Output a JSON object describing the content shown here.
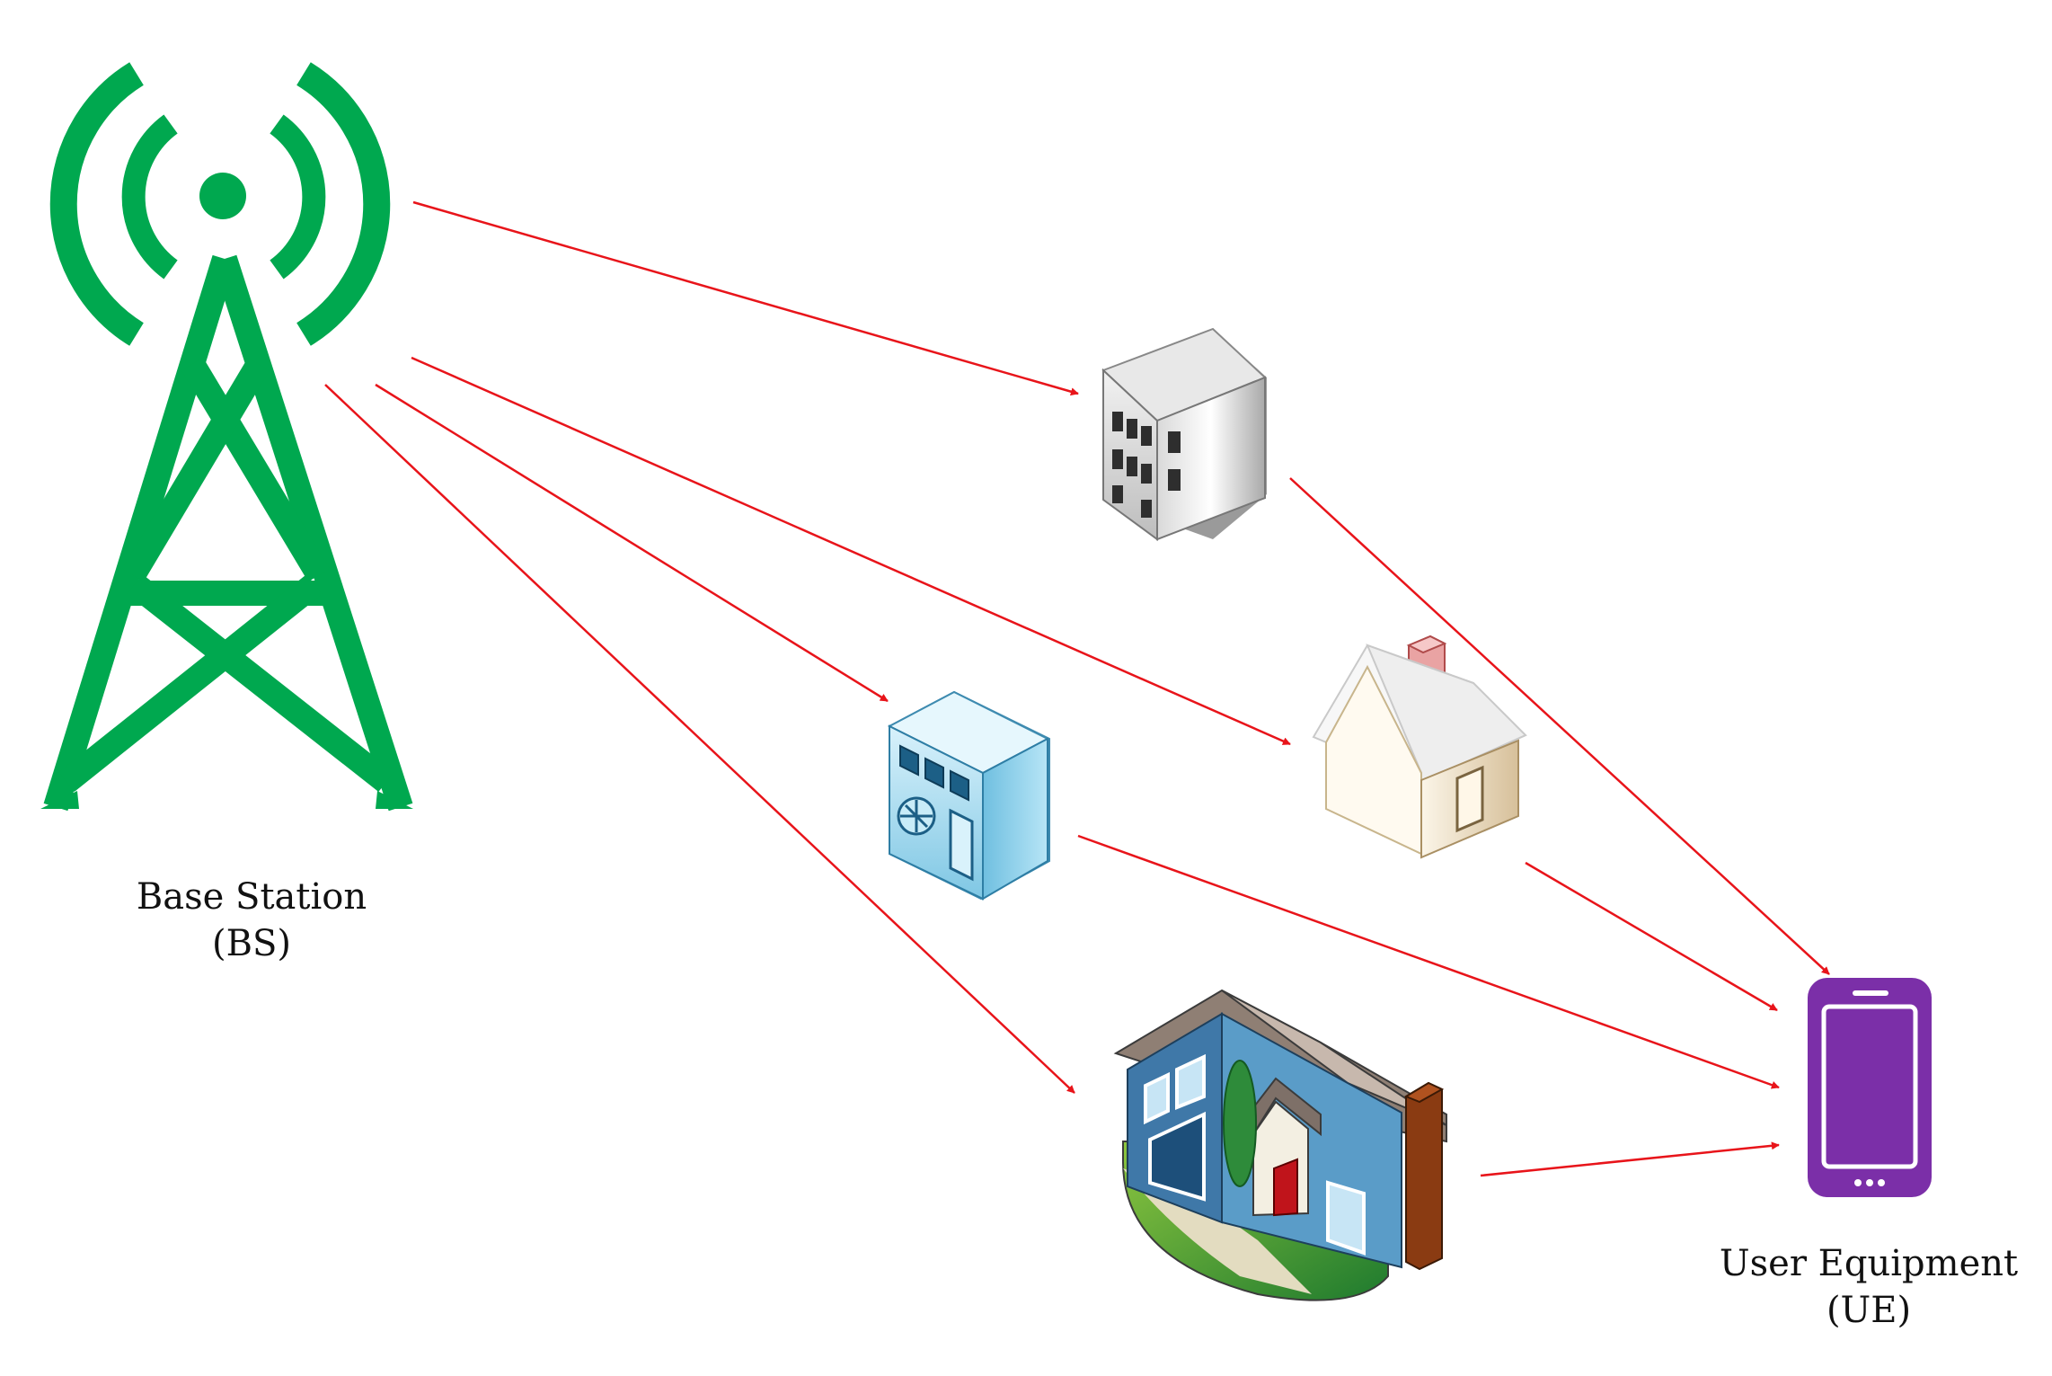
{
  "nodes": {
    "base_station": {
      "name": "Base Station",
      "abbr": "(BS)",
      "icon": "cell-tower-icon",
      "color": "#00A84F"
    },
    "user_equipment": {
      "name": "User Equipment",
      "abbr": "(UE)",
      "icon": "smartphone-icon",
      "color": "#7B2FA8"
    },
    "reflectors": [
      {
        "icon": "office-building-icon"
      },
      {
        "icon": "blue-building-icon"
      },
      {
        "icon": "cottage-house-icon"
      },
      {
        "icon": "suburban-house-icon"
      }
    ]
  },
  "links": [
    {
      "from": "base_station",
      "to": "office-building"
    },
    {
      "from": "base_station",
      "to": "blue-building"
    },
    {
      "from": "base_station",
      "to": "cottage-house"
    },
    {
      "from": "base_station",
      "to": "suburban-house"
    },
    {
      "from": "office-building",
      "to": "user_equipment"
    },
    {
      "from": "cottage-house",
      "to": "user_equipment"
    },
    {
      "from": "blue-building",
      "to": "user_equipment"
    },
    {
      "from": "suburban-house",
      "to": "user_equipment"
    }
  ],
  "colors": {
    "signal_path": "#E8141A",
    "tower": "#00A84F",
    "phone": "#7B2FA8"
  }
}
